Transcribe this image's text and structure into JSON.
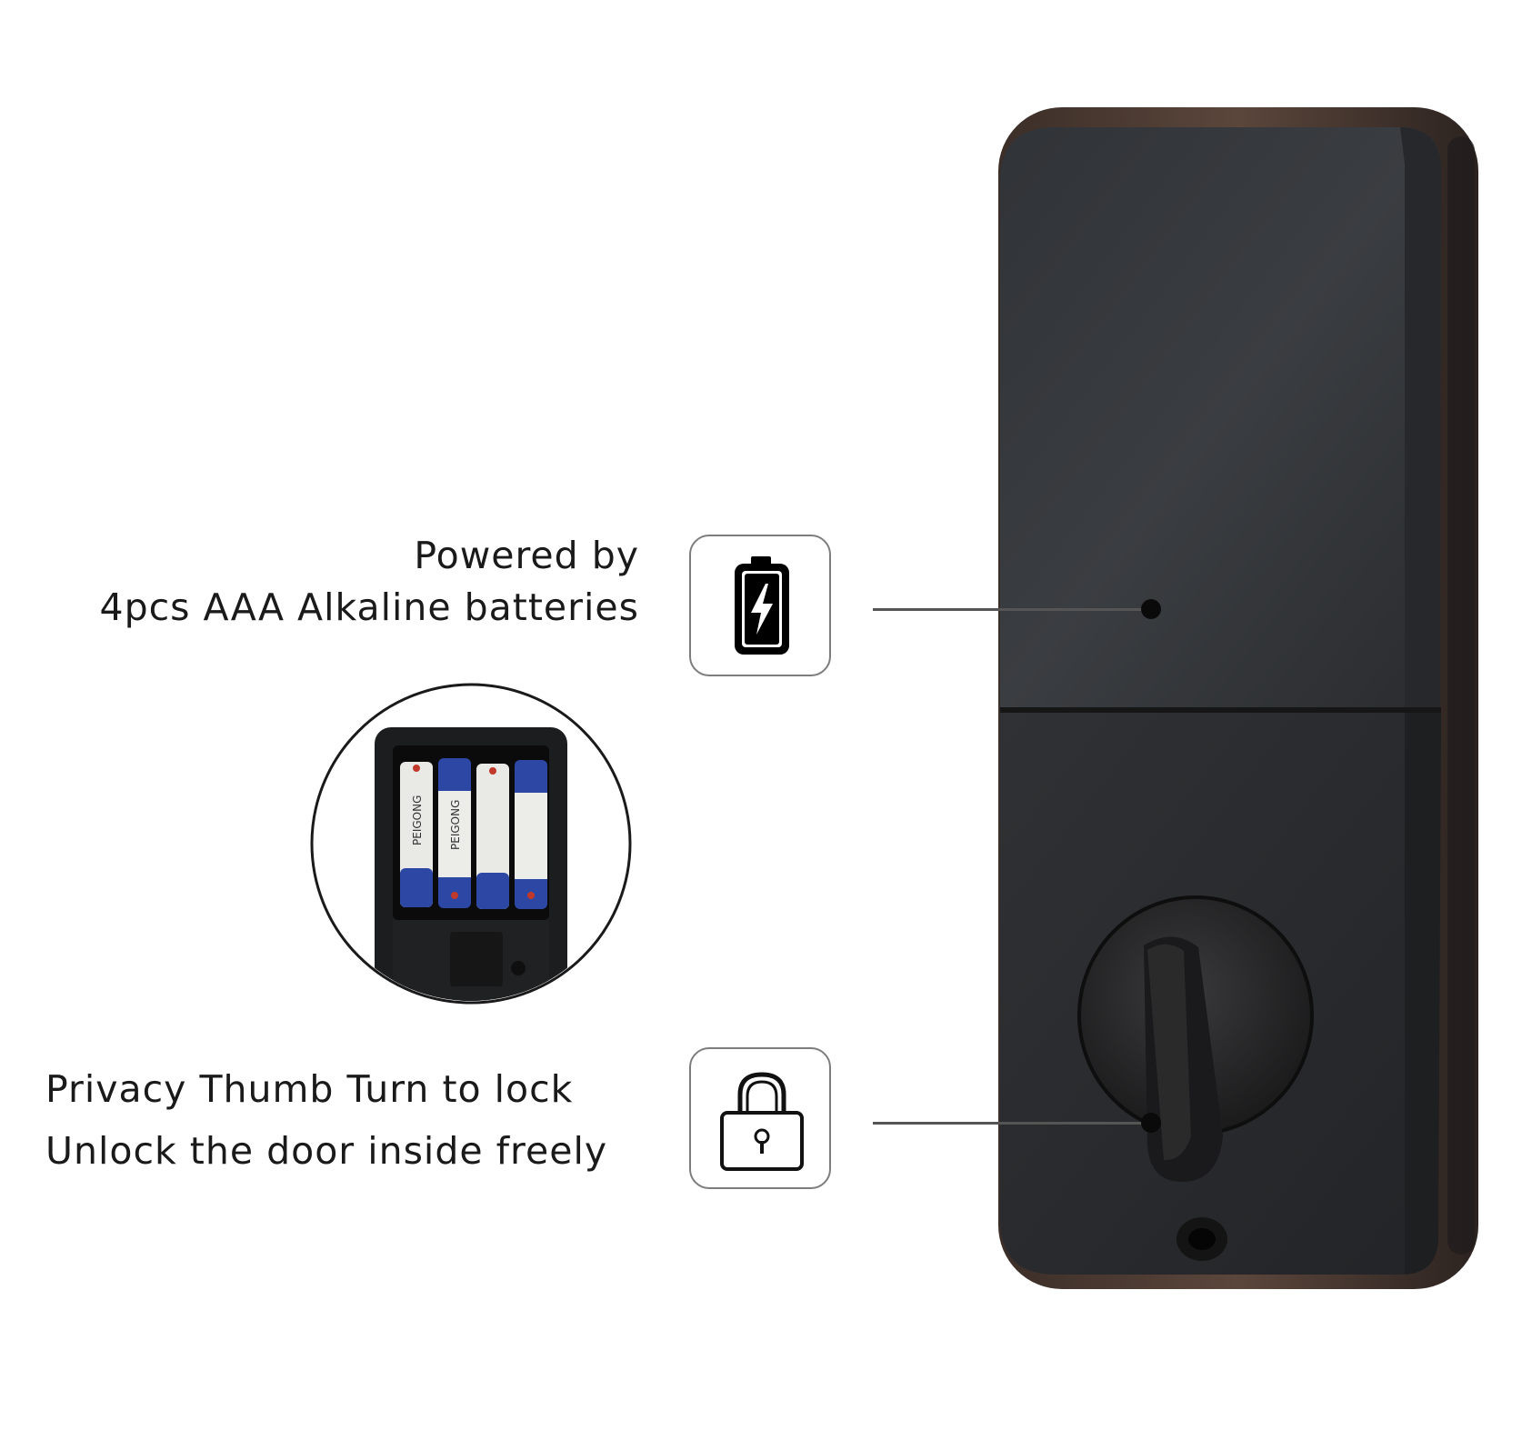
{
  "battery_feature": {
    "line1": "Powered by",
    "line2": "4pcs AAA Alkaline batteries",
    "icon": "battery-charging-icon"
  },
  "lock_feature": {
    "line1": "Privacy Thumb Turn to lock",
    "line2": "Unlock the door inside freely",
    "icon": "padlock-icon"
  },
  "battery_brand": "PEIGONG",
  "colors": {
    "lock_body": "#2b2b2b",
    "lock_bezel": "#4a3a33",
    "icon_border": "#7d7d7d",
    "text": "#1a1a1a"
  }
}
